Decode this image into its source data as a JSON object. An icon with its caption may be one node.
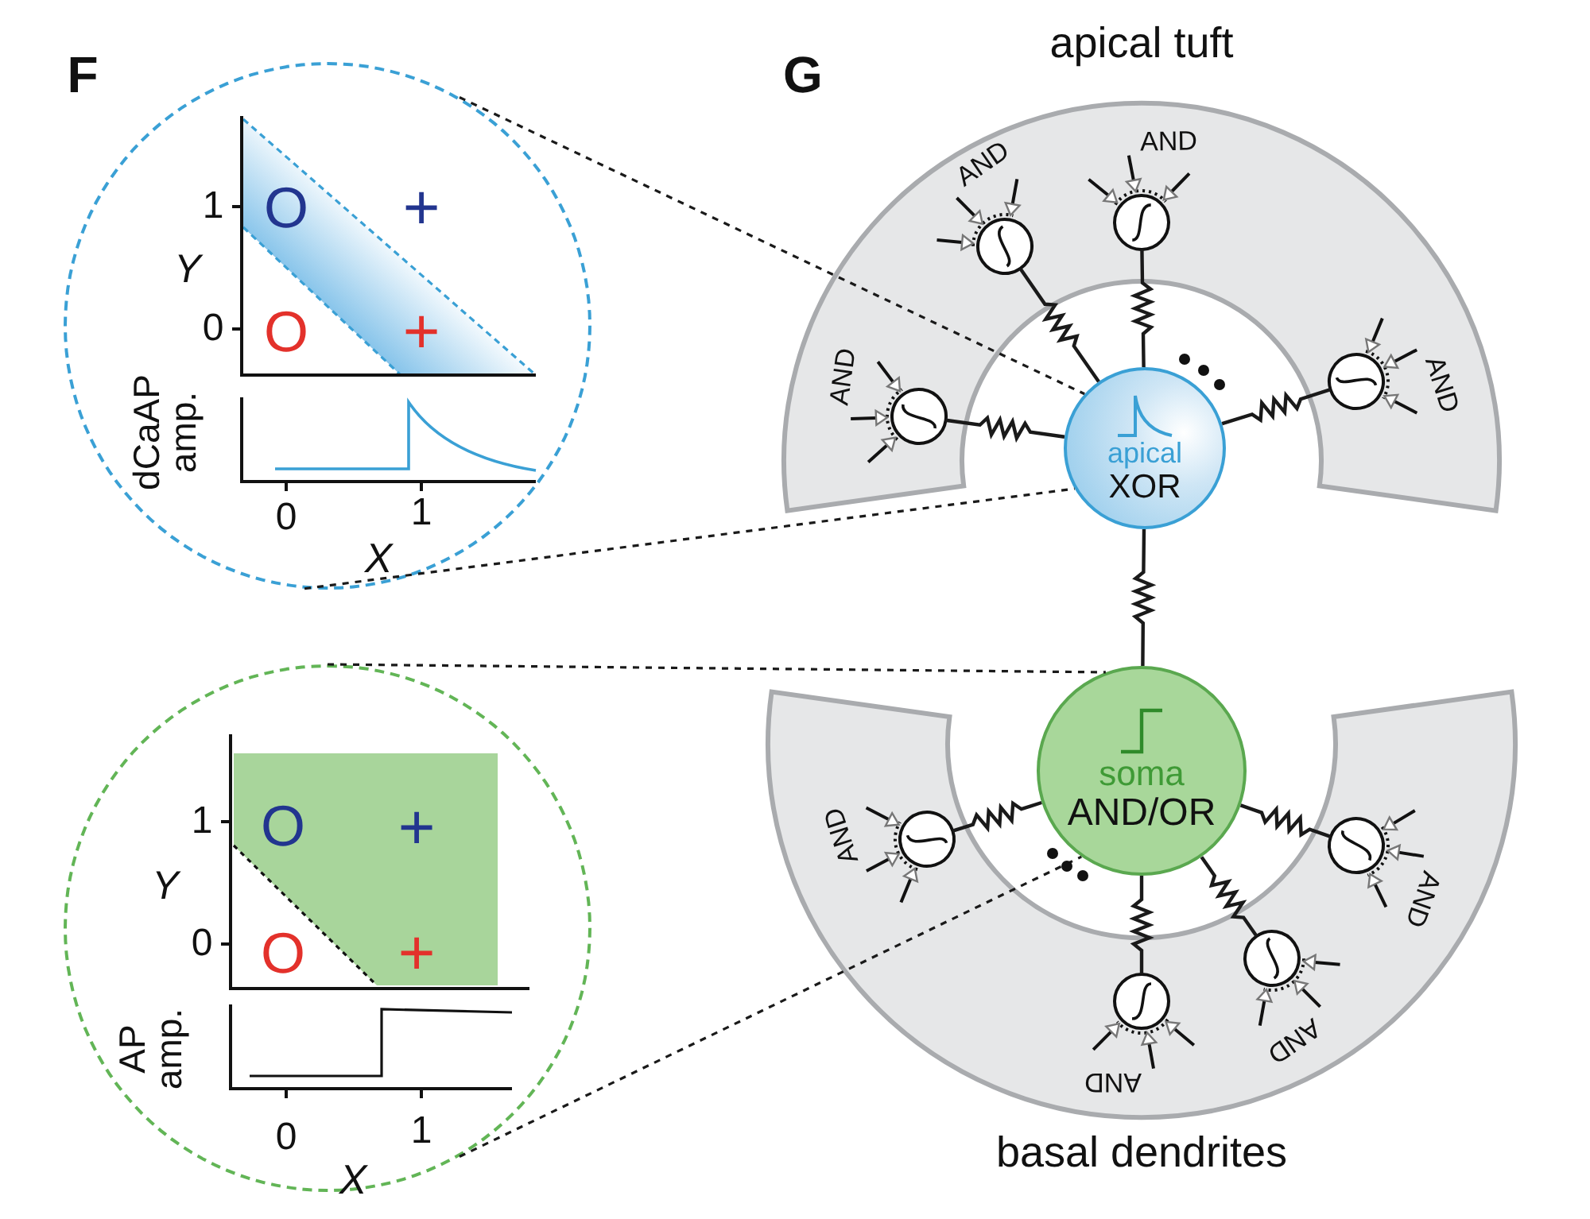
{
  "diagram": {
    "nodes": [
      {
        "text": [],
        "shape": "circle"
      },
      {
        "text": [
          "apical tuft"
        ]
      },
      {
        "text": [
          "AND"
        ],
        "in": 1
      },
      {
        "text": [
          "AND"
        ],
        "in": 1
      },
      {
        "text": [
          "AND"
        ],
        "in": 1
      },
      {
        "text": [
          "AND"
        ],
        "in": 1
      },
      {
        "text": [
          "apical",
          "XOR"
        ]
      },
      {
        "text": [],
        "shape": "circle"
      },
      {
        "text": [
          "soma",
          "AND/OR"
        ]
      },
      {
        "text": [
          "basal dendrites"
        ]
      },
      {
        "text": [
          "AND"
        ],
        "in": 9
      },
      {
        "text": [
          "AND"
        ],
        "in": 9
      },
      {
        "text": [
          "AND"
        ],
        "in": 9
      },
      {
        "text": [
          "AND"
        ],
        "in": 9
      }
    ],
    "edges": [
      {
        "from": 0,
        "to": 6,
        "arrow": "none",
        "style": "dashed"
      },
      {
        "from": 0,
        "to": 6,
        "arrow": "none",
        "style": "dashed"
      },
      {
        "from": 6,
        "to": 2,
        "arrow": "none"
      },
      {
        "from": 6,
        "to": 3,
        "arrow": "none"
      },
      {
        "from": 6,
        "to": 4,
        "arrow": "none"
      },
      {
        "from": 6,
        "to": 5,
        "arrow": "none"
      },
      {
        "from": 6,
        "to": 8,
        "arrow": "none"
      },
      {
        "from": 7,
        "to": 8,
        "arrow": "none",
        "style": "dashed"
      },
      {
        "from": 7,
        "to": 8,
        "arrow": "none",
        "style": "dashed"
      },
      {
        "from": 8,
        "to": 10,
        "arrow": "none"
      },
      {
        "from": 8,
        "to": 11,
        "arrow": "none"
      },
      {
        "from": 8,
        "to": 12,
        "arrow": "none"
      },
      {
        "from": 8,
        "to": 13,
        "arrow": "none"
      }
    ],
    "labels": [
      "F",
      "1",
      "0",
      "Y",
      "O",
      "+",
      "O",
      "+",
      "dCaAP amp.",
      "0",
      "1",
      "X",
      "G",
      "1",
      "0",
      "Y",
      "O",
      "+",
      "O",
      "+",
      "AP amp.",
      "0",
      "1",
      "X"
    ]
  }
}
